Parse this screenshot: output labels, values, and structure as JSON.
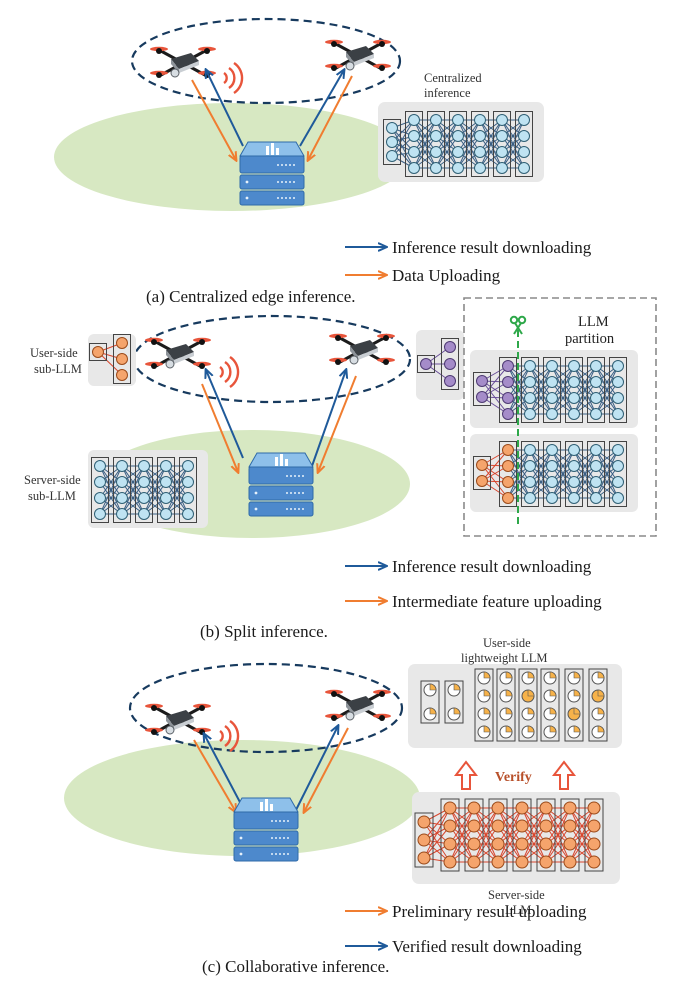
{
  "colors": {
    "download_arrow": "#1f5a9a",
    "upload_arrow": "#f07d30",
    "ellipse_dash": "#173a5e",
    "ground": "#d7e8c2",
    "server": "#4d89cc",
    "nn_blue_node": "#bfe3f2",
    "nn_orange_node": "#f5a46c",
    "nn_purple_node": "#a58cc9",
    "panel": "#e8e8e8",
    "verify": "#b8502a",
    "cut_line": "#2ea84a"
  },
  "icons": [
    "drone-icon",
    "server-icon",
    "signal-waves-icon",
    "scissors-icon",
    "up-arrow-icon"
  ],
  "panel_a": {
    "network_label_line1": "Centralized",
    "network_label_line2": "inference",
    "legend_download": "Inference result downloading",
    "legend_upload": "Data Uploading",
    "caption": "(a) Centralized edge inference."
  },
  "panel_b": {
    "user_label_line1": "User-side",
    "user_label_line2": "sub-LLM",
    "server_label_line1": "Server-side",
    "server_label_line2": "sub-LLM",
    "partition_line1": "LLM",
    "partition_line2": "partition",
    "legend_download": "Inference result downloading",
    "legend_upload": "Intermediate feature uploading",
    "caption": "(b) Split inference."
  },
  "panel_c": {
    "user_label_line1": "User-side",
    "user_label_line2": "lightweight LLM",
    "verify_label": "Verify",
    "server_label_line1": "Server-side",
    "server_label_line2": "LLM",
    "legend_upload": "Preliminary result uploading",
    "legend_download": "Verified result downloading",
    "caption": "(c) Collaborative inference."
  }
}
